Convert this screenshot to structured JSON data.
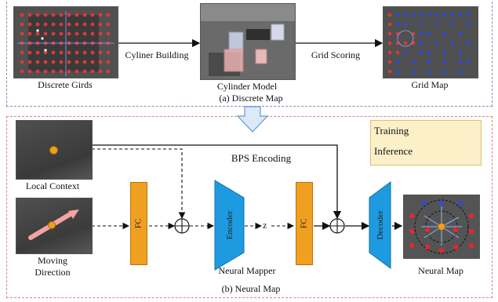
{
  "discrete": {
    "label_grids": "Discrete Girds",
    "label_cylinder_model": "Cylinder Model",
    "label_grid_map": "Grid Map",
    "arrow_cylinder_building": "Cyliner Building",
    "arrow_grid_scoring": "Grid Scoring",
    "caption": "(a)  Discrete Map",
    "border_color": "#8888bb"
  },
  "neural": {
    "label_local_context": "Local Context",
    "label_moving_direction": "Moving\nDirection",
    "label_bps": "BPS Encoding",
    "fc1": "FC",
    "encoder": "Encoder",
    "z": "z",
    "fc2": "FC",
    "decoder": "Decoder",
    "label_neural_mapper": "Neural Mapper",
    "label_neural_map": "Neural Map",
    "caption": "(b)  Neural Map",
    "border_color": "#e08080",
    "fc_color": "#f0a020",
    "coder_color": "#1e9be0"
  },
  "legend": {
    "training": "Training",
    "inference": "Inference"
  }
}
